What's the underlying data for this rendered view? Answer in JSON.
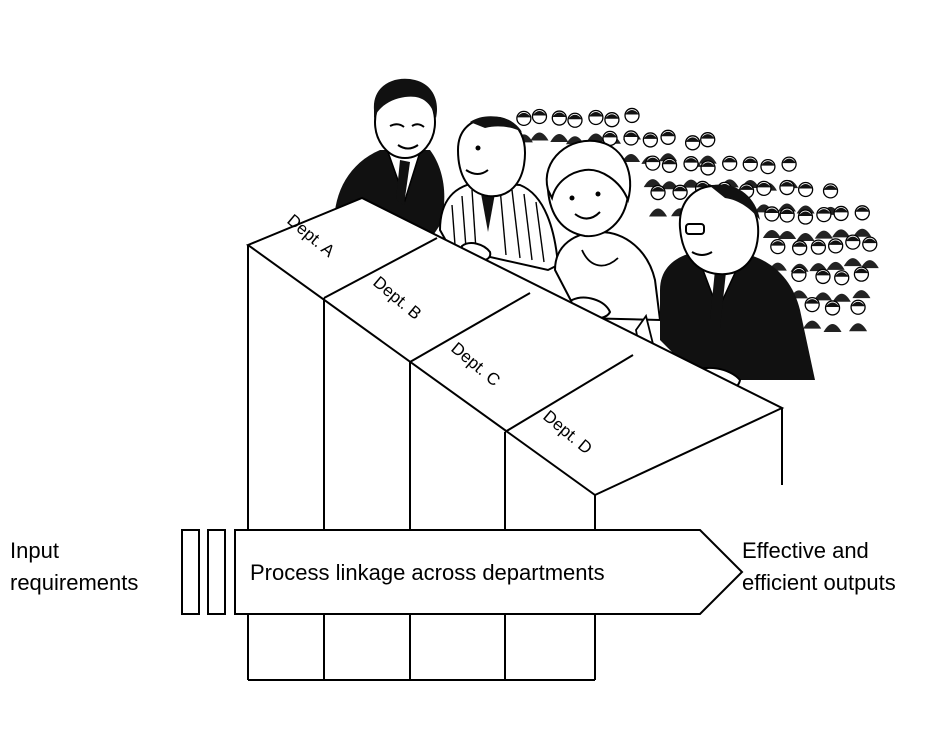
{
  "departments": [
    {
      "label": "Dept. A"
    },
    {
      "label": "Dept. B"
    },
    {
      "label": "Dept. C"
    },
    {
      "label": "Dept. D"
    }
  ],
  "input": {
    "line1": "Input",
    "line2": "requirements"
  },
  "process": {
    "label": "Process linkage across departments"
  },
  "output": {
    "line1": "Effective and",
    "line2": "efficient outputs"
  },
  "illustration": {
    "people_in_front": 4,
    "crowd": "audience in background"
  },
  "colors": {
    "line": "#000000",
    "background": "#ffffff"
  }
}
